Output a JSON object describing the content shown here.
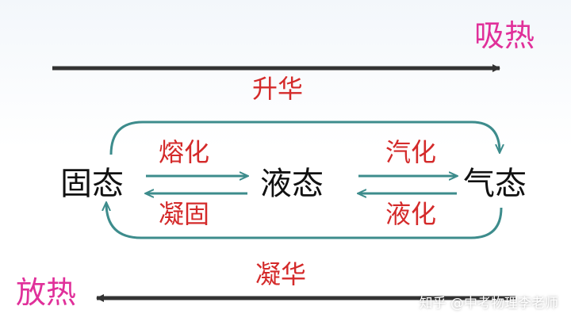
{
  "heat": {
    "absorb": "吸热",
    "release": "放热"
  },
  "states": {
    "solid": "固态",
    "liquid": "液态",
    "gas": "气态"
  },
  "processes": {
    "sublimation": "升华",
    "melting": "熔化",
    "solidification": "凝固",
    "vaporization": "汽化",
    "liquefaction": "液化",
    "deposition": "凝华"
  },
  "watermark": "知乎 @中考物理李老师",
  "colors": {
    "heat": "#e0309a",
    "process": "#d42a2a",
    "bar_arrow": "#333333",
    "transition_arrow": "#3d8c8c"
  }
}
